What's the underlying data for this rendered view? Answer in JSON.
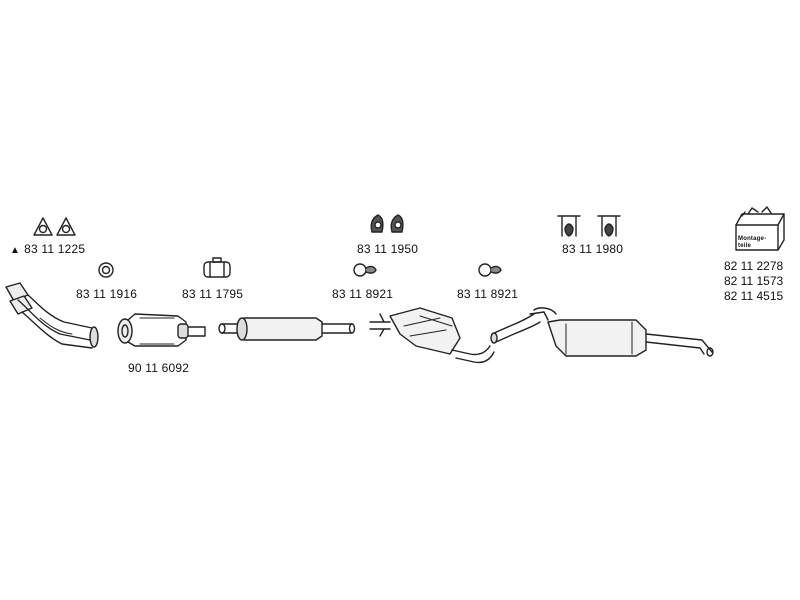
{
  "diagram": {
    "part_numbers": {
      "gasket_flange": "83 11 1225",
      "ring_gasket": "83 11 1916",
      "clamp": "83 11 1795",
      "catalytic_converter": "90 11 6092",
      "rubber_mounts": "83 11 1950",
      "ring_mount_1": "83 11 8921",
      "ring_mount_2": "83 11 8921",
      "hanger_brackets": "83 11 1980",
      "mounting_kit": [
        "82 11 2278",
        "82 11 1573",
        "82 11 4515"
      ]
    },
    "gasket_marker": "▲",
    "mounting_kit_label": "Montage-teile"
  }
}
